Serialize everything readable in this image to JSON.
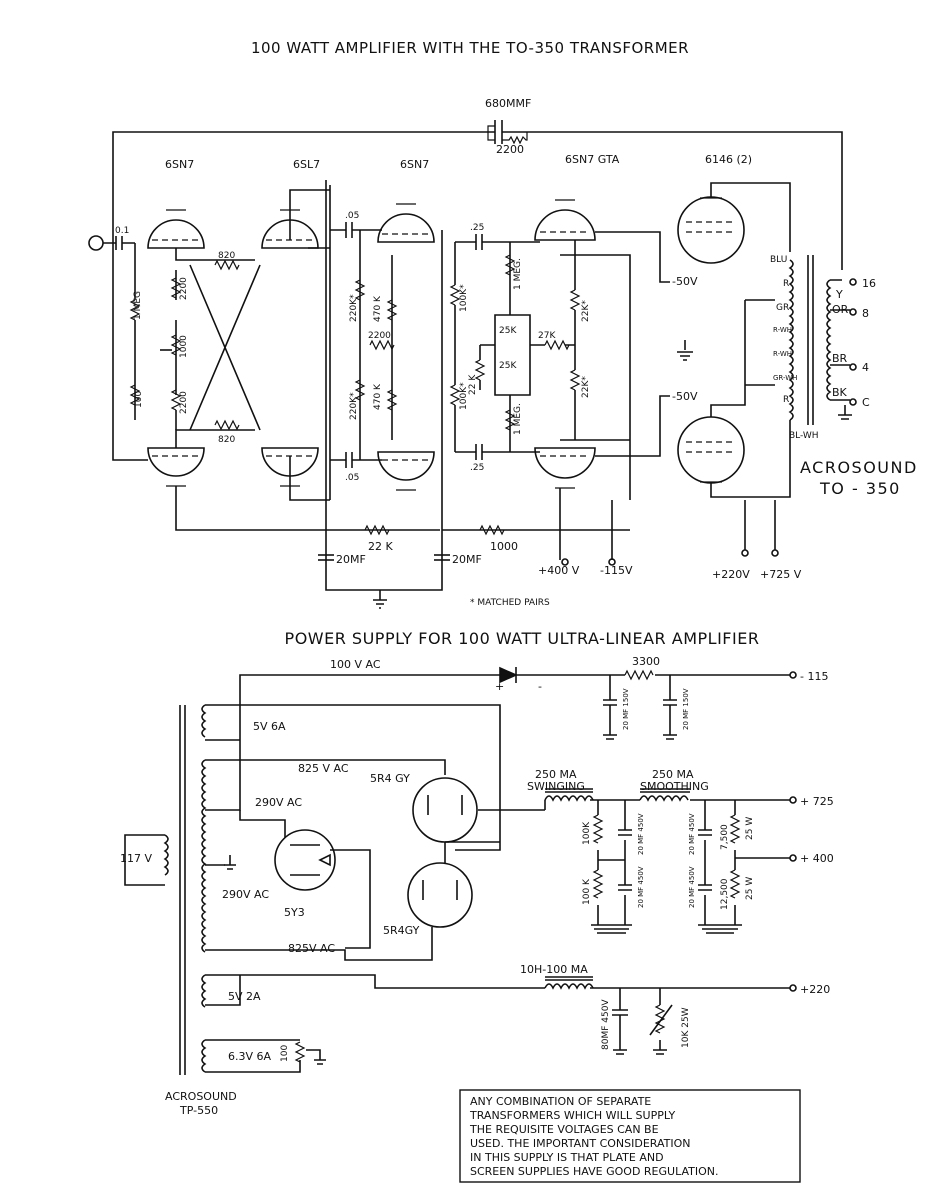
{
  "titles": {
    "amplifier": "100 WATT AMPLIFIER WITH THE TO-350 TRANSFORMER",
    "power_supply": "POWER SUPPLY FOR 100 WATT ULTRA-LINEAR AMPLIFIER"
  },
  "amp": {
    "tubes": [
      "6SN7",
      "6SL7",
      "6SN7",
      "6SN7 GTA",
      "6146 (2)"
    ],
    "feedback_cap": "680MMF",
    "feedback_res": "2200",
    "input_cap": "0.1",
    "r_820_top": "820",
    "r_820_bot": "820",
    "r_1meg": "1 MEG",
    "r_100": "100",
    "r_2200_a": "2200",
    "r_1000": "1000",
    "r_2200_b": "2200",
    "c_05_top": ".05",
    "c_05_bot": ".05",
    "r_220k_top": "220K*",
    "r_470k_top": "470 K",
    "r_2200_mid": "2200",
    "r_220k_bot": "220K*",
    "r_470k_bot": "470 K",
    "r_100k_top": "100K*",
    "r_100k_bot": "100K*",
    "c_25_top": ".25",
    "c_25_bot": ".25",
    "r_1meg_top": "1 MEG.",
    "r_1meg_bot": "1 MEG.",
    "pot_25k_top": "25K",
    "pot_25k_bot": "25K",
    "r_22k_left": "22 K",
    "r_27k": "27K",
    "r_22k_top": "22K*",
    "r_22k_bot": "22K*",
    "bias_top": "-50V",
    "bias_bot": "-50V",
    "r_22k_bus": "22 K",
    "r_1000_bus": "1000",
    "c_20mf_a": "20MF",
    "c_20mf_b": "20MF",
    "v_400": "+400 V",
    "v_115": "-115V",
    "v_220": "+220V",
    "v_725": "+725 V",
    "matched": "* MATCHED PAIRS",
    "xfmr_name_1": "ACROSOUND",
    "xfmr_name_2": "TO - 350",
    "leads": {
      "blu": "BLU",
      "r_top": "R",
      "gr": "GR",
      "r_wh_1": "R-WH",
      "r_wh_2": "R-WH",
      "gr_wh": "GR-WH",
      "r_bot": "R",
      "bl_wh": "BL-WH"
    },
    "outputs": [
      {
        "color": "Y",
        "tap": "16"
      },
      {
        "color": "OR",
        "tap": "8"
      },
      {
        "color": "BR",
        "tap": "4"
      },
      {
        "color": "BK",
        "tap": "C"
      }
    ]
  },
  "ps": {
    "ac_100": "100 V AC",
    "r_3300": "3300",
    "v_115": "- 115",
    "plus": "+",
    "minus": "-",
    "c_20mf_150_a": "20 MF 150V",
    "c_20mf_150_b": "20 MF 150V",
    "w_5v_6a": "5V   6A",
    "w_825_top": "825 V AC",
    "w_290_top": "290V AC",
    "w_117": "117 V",
    "w_290_bot": "290V AC",
    "w_825_bot": "825V AC",
    "w_5v_2a": "5V   2A",
    "w_63": "6.3V 6A",
    "r_100_hum": "100",
    "rect_5r4_top": "5R4 GY",
    "rect_5y3": "5Y3",
    "rect_5r4_bot": "5R4GY",
    "choke_swing_1": "250 MA",
    "choke_swing_2": "SWINGING",
    "choke_smooth_1": "250 MA",
    "choke_smooth_2": "SMOOTHING",
    "r_100k_a": "100K",
    "r_100k_b": "100 K",
    "c_20mf_450_a": "20 MF 450V",
    "c_20mf_450_b": "20 MF 450V",
    "c_20mf_450_c": "20 MF 450V",
    "c_20mf_450_d": "20 MF 450V",
    "r_7500": "7,500",
    "r_25w_a": "25 W",
    "r_12500": "12,500",
    "r_25w_b": "25 W",
    "v_725": "+ 725",
    "v_400": "+ 400",
    "choke_10h": "10H-100 MA",
    "c_80mf": "80MF 450V",
    "r_10k": "10K 25W",
    "v_220": "+220",
    "xfmr_name_1": "ACROSOUND",
    "xfmr_name_2": "TP-550",
    "note": [
      "ANY COMBINATION OF SEPARATE",
      "TRANSFORMERS WHICH WILL SUPPLY",
      "THE REQUISITE VOLTAGES CAN BE",
      "USED. THE IMPORTANT CONSIDERATION",
      "IN THIS SUPPLY IS THAT PLATE AND",
      "SCREEN SUPPLIES HAVE GOOD REGULATION."
    ]
  }
}
